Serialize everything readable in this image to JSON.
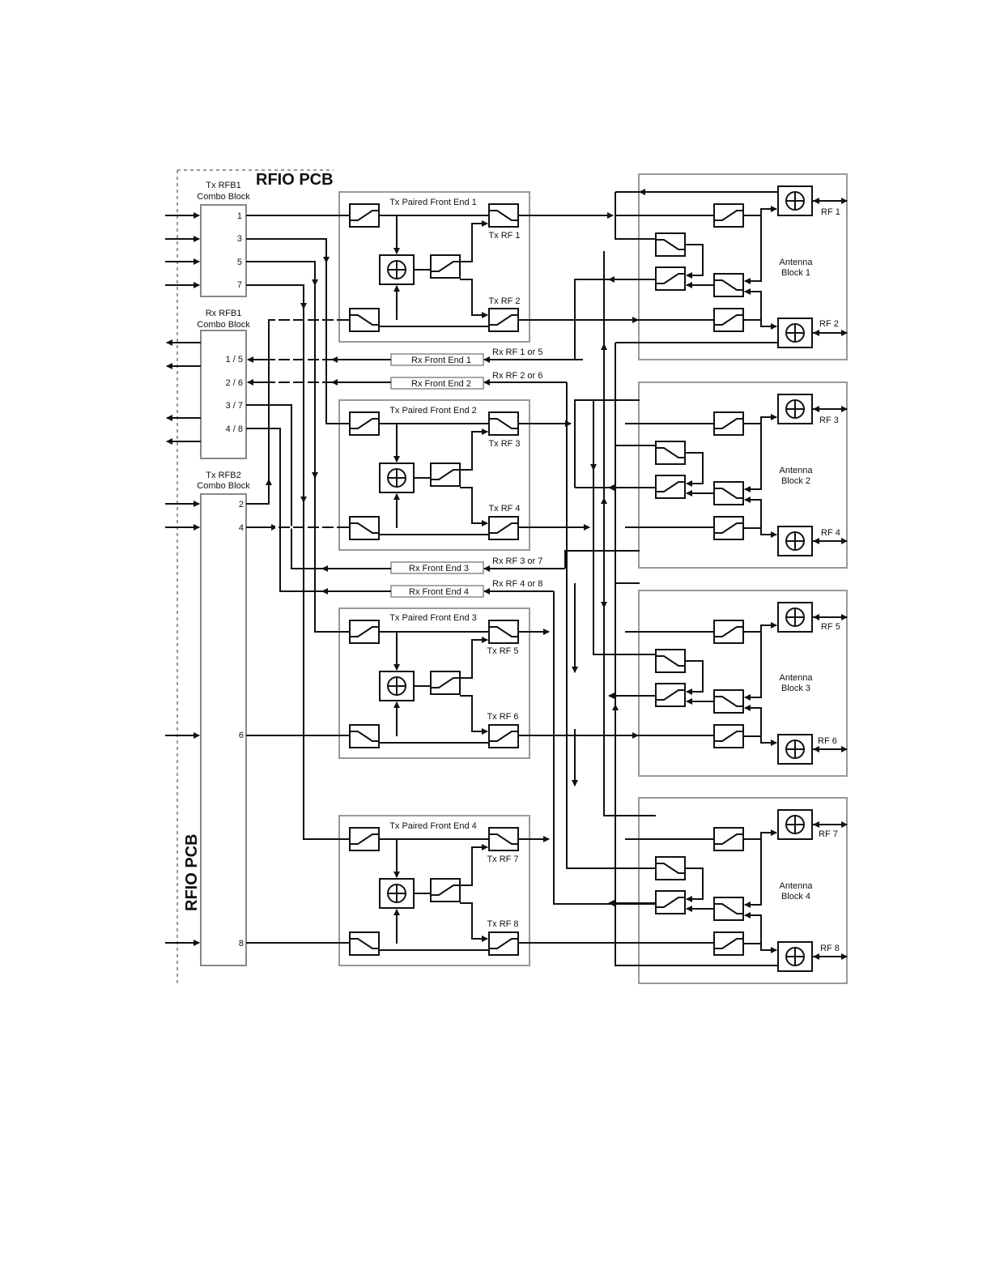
{
  "pcb_label": "RFIO PCB",
  "pcb_label_side": "RFIO PCB",
  "tx_rfb1": {
    "title_line1": "Tx RFB1",
    "title_line2": "Combo Block",
    "ports": [
      "1",
      "3",
      "5",
      "7"
    ]
  },
  "rx_rfb1": {
    "title_line1": "Rx RFB1",
    "title_line2": "Combo Block",
    "ports": [
      "1 / 5",
      "2 / 6",
      "3 / 7",
      "4 / 8"
    ]
  },
  "tx_rfb2": {
    "title_line1": "Tx RFB2",
    "title_line2": "Combo Block",
    "ports": [
      "2",
      "4",
      "6",
      "8"
    ]
  },
  "front_ends": [
    {
      "title": "Tx Paired Front End 1",
      "out_a": "Tx RF 1",
      "out_b": "Tx RF 2"
    },
    {
      "title": "Tx Paired Front End 2",
      "out_a": "Tx RF 3",
      "out_b": "Tx RF 4"
    },
    {
      "title": "Tx Paired Front End 3",
      "out_a": "Tx RF 5",
      "out_b": "Tx RF 6"
    },
    {
      "title": "Tx Paired Front End 4",
      "out_a": "Tx RF 7",
      "out_b": "Tx RF 8"
    }
  ],
  "rx_front_ends": [
    {
      "label": "Rx Front End 1",
      "source": "Rx RF 1 or 5"
    },
    {
      "label": "Rx Front End 2",
      "source": "Rx RF 2 or 6"
    },
    {
      "label": "Rx Front End 3",
      "source": "Rx RF 3 or 7"
    },
    {
      "label": "Rx Front End 4",
      "source": "Rx RF 4 or 8"
    }
  ],
  "antenna_blocks": [
    {
      "line1": "Antenna",
      "line2": "Block 1",
      "rf_top": "RF 1",
      "rf_bottom": "RF 2"
    },
    {
      "line1": "Antenna",
      "line2": "Block 2",
      "rf_top": "RF 3",
      "rf_bottom": "RF 4"
    },
    {
      "line1": "Antenna",
      "line2": "Block 3",
      "rf_top": "RF 5",
      "rf_bottom": "RF 6"
    },
    {
      "line1": "Antenna",
      "line2": "Block 4",
      "rf_top": "RF 7",
      "rf_bottom": "RF 8"
    }
  ]
}
